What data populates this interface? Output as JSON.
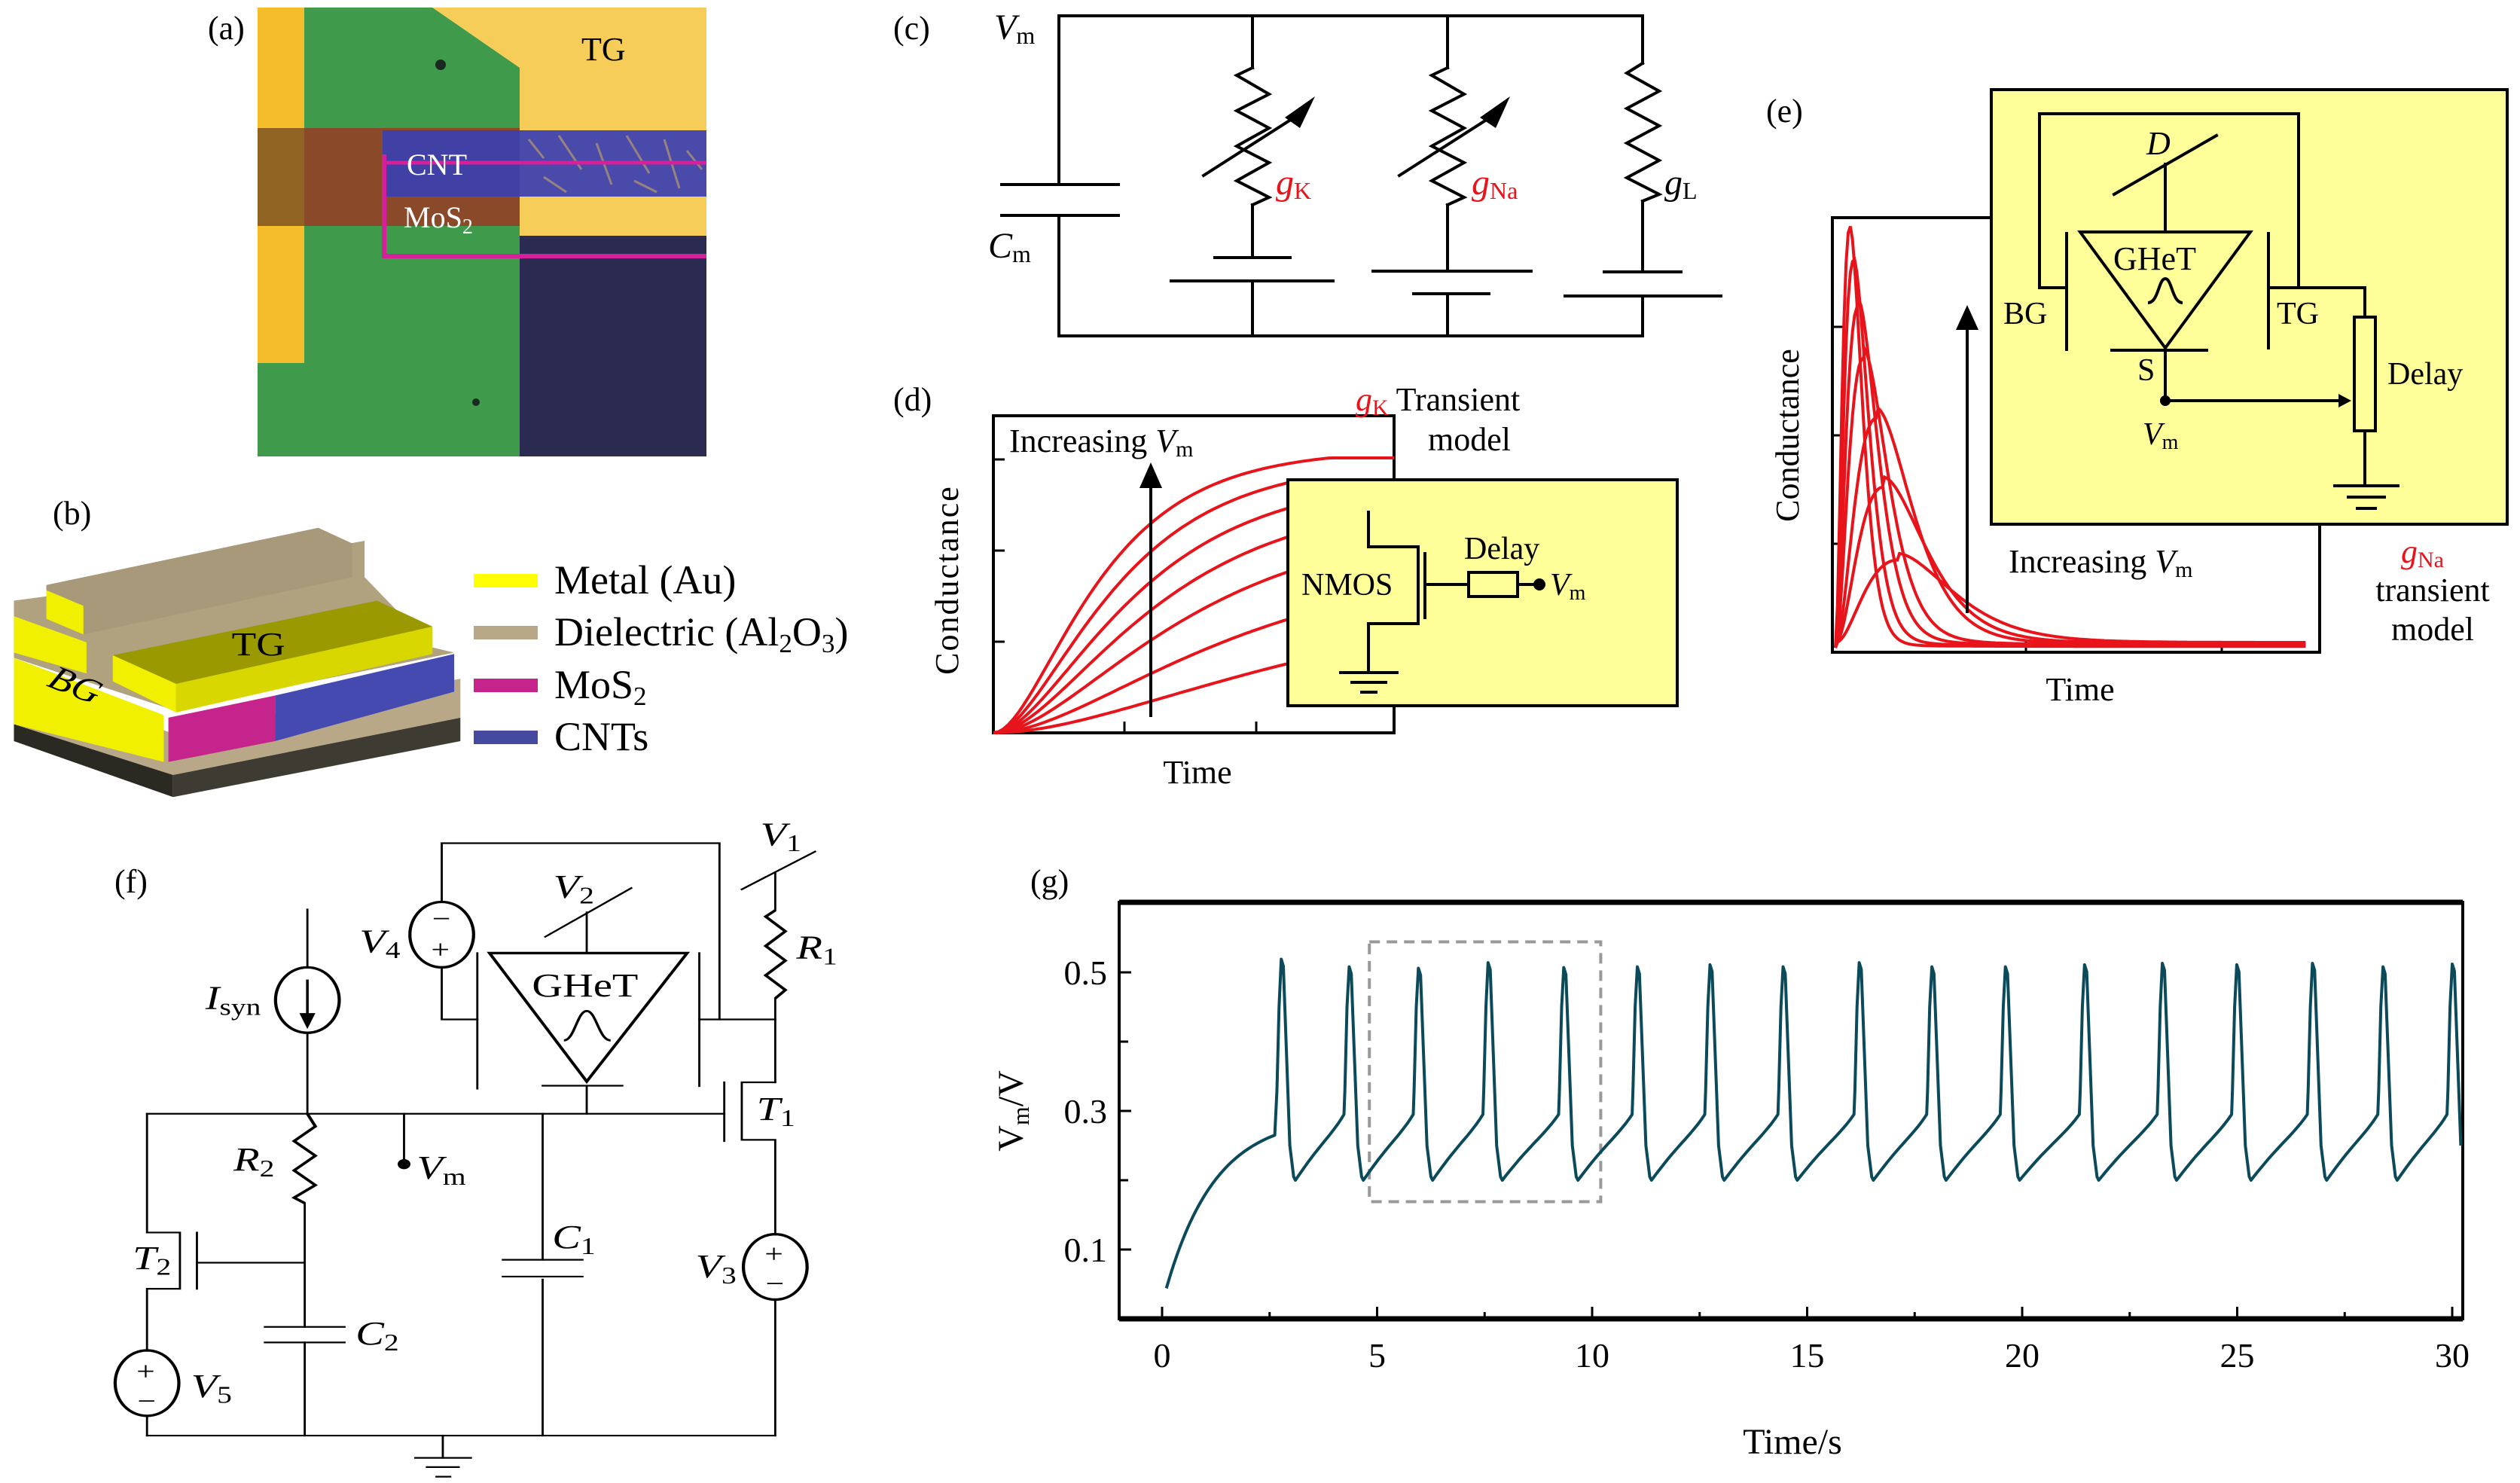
{
  "figure": {
    "panel_labels": {
      "a": "(a)",
      "b": "(b)",
      "c": "(c)",
      "d": "(d)",
      "e": "(e)",
      "f": "(f)",
      "g": "(g)"
    },
    "colors": {
      "highlight_red": "#e8141b",
      "trace_teal": "#0b4a5a",
      "inset_yellow": "#ffff99",
      "metal": "#ffff00",
      "dielectric": "#b8a888",
      "mos2": "#c4248c",
      "cnt": "#454a9e"
    }
  },
  "panel_a": {
    "kind": "optical micrograph",
    "labels": {
      "tg": "TG",
      "cnt": "CNT",
      "mos2_base": "MoS",
      "mos2_sub": "2"
    }
  },
  "panel_b": {
    "labels": {
      "tg": "TG",
      "bg": "BG"
    },
    "legend": [
      {
        "label": "Metal (Au)",
        "color": "#ffff00"
      },
      {
        "label": "Dielectric (Al",
        "sub1": "2",
        "mid": "O",
        "sub2": "3",
        "end": ")",
        "color": "#b8a888"
      },
      {
        "label": "MoS",
        "sub1": "2",
        "color": "#c4248c"
      },
      {
        "label": "CNTs",
        "color": "#454a9e"
      }
    ]
  },
  "panel_c": {
    "vm": {
      "base": "V",
      "sub": "m"
    },
    "cm": {
      "base": "C",
      "sub": "m"
    },
    "gk": {
      "base": "g",
      "sub": "K"
    },
    "gna": {
      "base": "g",
      "sub": "Na"
    },
    "gl": {
      "base": "g",
      "sub": "L"
    }
  },
  "panel_d": {
    "title_g": "g",
    "title_sub": "K",
    "title_line1": "Transient",
    "title_line2": "model",
    "annotation": "Increasing ",
    "annotation_v": "V",
    "annotation_sub": "m",
    "ylabel": "Conductance",
    "xlabel": "Time",
    "inset": {
      "nmos": "NMOS",
      "delay": "Delay",
      "vm": "V",
      "vm_sub": "m"
    }
  },
  "panel_e": {
    "title_g": "g",
    "title_sub": "Na",
    "title_line1": "transient",
    "title_line2": "model",
    "annotation": "Increasing ",
    "annotation_v": "V",
    "annotation_sub": "m",
    "ylabel": "Conductance",
    "xlabel": "Time",
    "inset": {
      "d": "D",
      "gheT": "GHeT",
      "bg": "BG",
      "tg": "TG",
      "s": "S",
      "delay": "Delay",
      "vm": "V",
      "vm_sub": "m"
    }
  },
  "panel_f": {
    "labels": {
      "isyn": "I",
      "isyn_sub": "syn",
      "v1": "V",
      "v1_sub": "1",
      "v2": "V",
      "v2_sub": "2",
      "v3": "V",
      "v3_sub": "3",
      "v4": "V",
      "v4_sub": "4",
      "v5": "V",
      "v5_sub": "5",
      "r1": "R",
      "r1_sub": "1",
      "r2": "R",
      "r2_sub": "2",
      "c1": "C",
      "c1_sub": "1",
      "c2": "C",
      "c2_sub": "2",
      "t1": "T",
      "t1_sub": "1",
      "t2": "T",
      "t2_sub": "2",
      "vm": "V",
      "vm_sub": "m",
      "gheT": "GHeT",
      "plus": "+",
      "minus": "−"
    }
  },
  "chart_data": [
    {
      "id": "d",
      "type": "line",
      "title": "gK Transient model",
      "xlabel": "Time",
      "ylabel": "Conductance",
      "xlim": [
        0,
        1
      ],
      "ylim": [
        0,
        1
      ],
      "yticks_count": 3,
      "xticks_count": 2,
      "note": "normalized sigmoid rise curves; 7 curves for increasing Vm",
      "series": [
        {
          "name": "curve-1",
          "plateau": 0.22,
          "rate": 1.6
        },
        {
          "name": "curve-2",
          "plateau": 0.36,
          "rate": 2.2
        },
        {
          "name": "curve-3",
          "plateau": 0.51,
          "rate": 2.7
        },
        {
          "name": "curve-4",
          "plateau": 0.62,
          "rate": 3.2
        },
        {
          "name": "curve-5",
          "plateau": 0.71,
          "rate": 3.7
        },
        {
          "name": "curve-6",
          "plateau": 0.79,
          "rate": 4.3
        },
        {
          "name": "curve-7",
          "plateau": 0.85,
          "rate": 5.0
        }
      ]
    },
    {
      "id": "e",
      "type": "line",
      "title": "gNa transient model",
      "xlabel": "Time",
      "ylabel": "Conductance",
      "xlim": [
        0,
        1
      ],
      "ylim": [
        0,
        1
      ],
      "note": "normalized peaked transient curves; 7 curves for increasing Vm",
      "series": [
        {
          "name": "curve-1",
          "peak": 0.19,
          "peak_time": 0.13,
          "tail": 0.012
        },
        {
          "name": "curve-2",
          "peak": 0.36,
          "peak_time": 0.1,
          "tail": 0.01
        },
        {
          "name": "curve-3",
          "peak": 0.52,
          "peak_time": 0.085,
          "tail": 0.008
        },
        {
          "name": "curve-4",
          "peak": 0.66,
          "peak_time": 0.058,
          "tail": 0.006
        },
        {
          "name": "curve-5",
          "peak": 0.78,
          "peak_time": 0.047,
          "tail": 0.005
        },
        {
          "name": "curve-6",
          "peak": 0.886,
          "peak_time": 0.037,
          "tail": 0.004
        },
        {
          "name": "curve-7",
          "peak": 0.965,
          "peak_time": 0.03,
          "tail": 0.003
        }
      ]
    },
    {
      "id": "g",
      "type": "line",
      "title": "",
      "xlabel": "Time/s",
      "ylabel_base": "V",
      "ylabel_sub": "m",
      "ylabel_end": "/V",
      "xlim": [
        -0.6,
        30.2
      ],
      "ylim": [
        -0.02,
        0.6
      ],
      "xticks": [
        0,
        5,
        10,
        15,
        20,
        25,
        30
      ],
      "xtick_labels": [
        "0",
        "5",
        "10",
        "15",
        "20",
        "25",
        "30"
      ],
      "xminor": [
        2.5,
        7.5,
        12.5,
        17.5,
        22.5,
        27.5
      ],
      "yticks": [
        0.1,
        0.3,
        0.5
      ],
      "ytick_labels": [
        "0.1",
        "0.3",
        "0.5"
      ],
      "yminor": [
        0.2,
        0.4
      ],
      "start": {
        "t": 0.1,
        "v": 0.044
      },
      "rest_before_first_spike": 0.265,
      "trough": 0.2,
      "spike_times": [
        2.77,
        4.35,
        5.96,
        7.58,
        9.34,
        11.05,
        12.74,
        14.44,
        16.21,
        17.9,
        19.61,
        21.45,
        23.26,
        24.99,
        26.75,
        28.39,
        30.0
      ],
      "spike_peaks": [
        0.519,
        0.508,
        0.506,
        0.514,
        0.507,
        0.508,
        0.511,
        0.508,
        0.514,
        0.508,
        0.508,
        0.511,
        0.513,
        0.511,
        0.513,
        0.508,
        0.512
      ],
      "highlight_box": {
        "t0": 4.82,
        "t1": 10.2,
        "v0": 0.169,
        "v1": 0.544,
        "style": "dashed"
      },
      "grid": false
    }
  ]
}
